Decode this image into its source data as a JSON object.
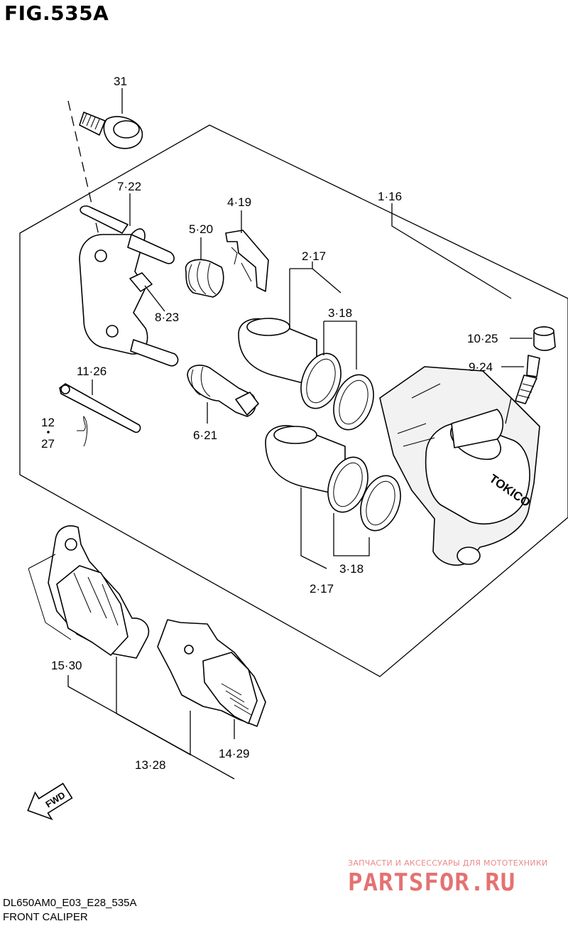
{
  "figure": {
    "title": "FIG.535A",
    "code": "DL650AM0_E03_E28_535A",
    "name": "FRONT CALIPER"
  },
  "callouts": {
    "c31": "31",
    "c722": "7·22",
    "c419": "4·19",
    "c520": "5·20",
    "c116": "1·16",
    "c217a": "2·17",
    "c318a": "3·18",
    "c823": "8·23",
    "c1025": "10·25",
    "c924": "9·24",
    "c1126": "11·26",
    "c12": "12",
    "c27": "27",
    "c621": "6·21",
    "c318b": "3·18",
    "c217b": "2·17",
    "c1530": "15·30",
    "c1328": "13·28",
    "c1429": "14·29"
  },
  "fwd_arrow": "FWD",
  "brand_mark": "TOKICO",
  "watermark": {
    "line1": "ЗАПЧАСТИ И АКСЕССУАРЫ ДЛЯ МОТОТЕХНИКИ",
    "line2": "PARTSFOR.RU"
  }
}
